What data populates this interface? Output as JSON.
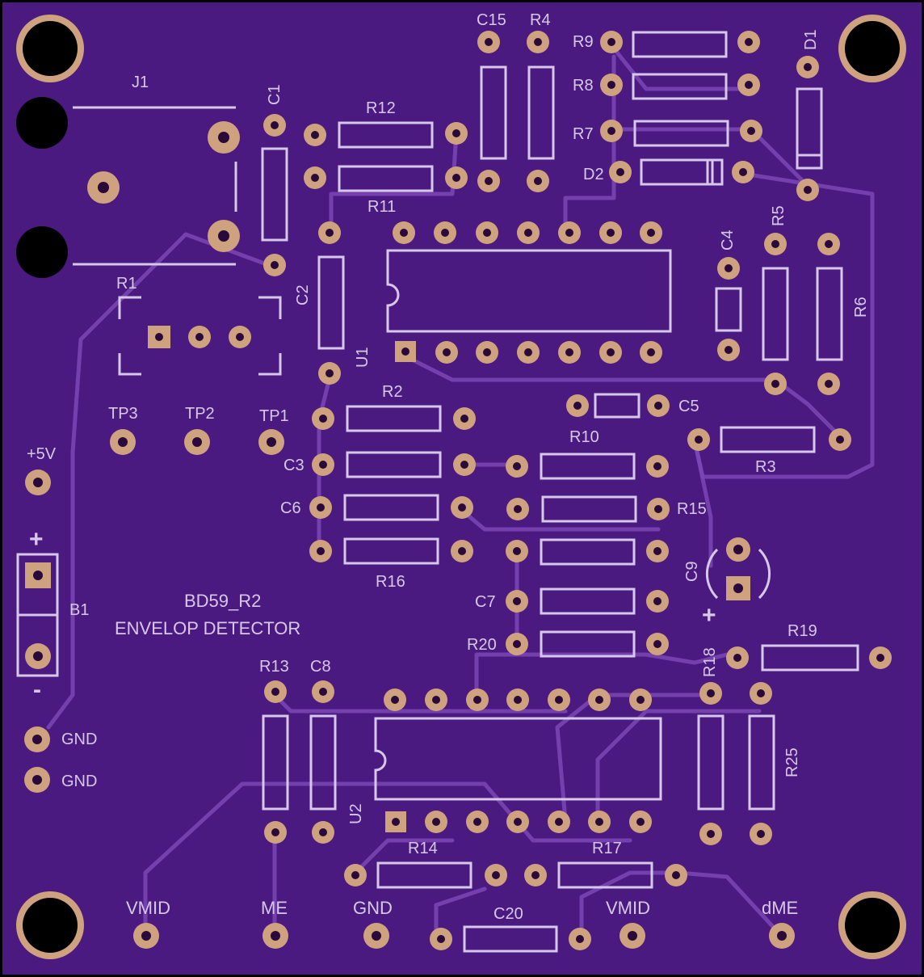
{
  "board": {
    "title_line1": "BD59_R2",
    "title_line2": "ENVELOP DETECTOR",
    "colors": {
      "board": "#4b1a80",
      "silk": "#d7c8ea",
      "pad": "#cfa27f",
      "trace": "#7a48b5"
    }
  },
  "designators": {
    "C15": "C15",
    "R4": "R4",
    "R9": "R9",
    "D1": "D1",
    "R8": "R8",
    "R7": "R7",
    "D2": "D2",
    "J1": "J1",
    "C1": "C1",
    "R12": "R12",
    "R11": "R11",
    "R5": "R5",
    "C4": "C4",
    "R6": "R6",
    "R1": "R1",
    "C2": "C2",
    "U1": "U1",
    "R2": "R2",
    "C5": "C5",
    "R10": "R10",
    "R3": "R3",
    "C3": "C3",
    "C6": "C6",
    "R15": "R15",
    "R16": "R16",
    "C9": "C9",
    "C7": "C7",
    "R19": "R19",
    "R20": "R20",
    "R18": "R18",
    "R13": "R13",
    "C8": "C8",
    "R25": "R25",
    "U2": "U2",
    "B1": "B1",
    "R14": "R14",
    "R17": "R17",
    "C20": "C20",
    "TP1": "TP1",
    "TP2": "TP2",
    "TP3": "TP3"
  },
  "net_labels": {
    "plus5v": "+5V",
    "gnd1": "GND",
    "gnd2": "GND",
    "vmid1": "VMID",
    "me": "ME",
    "gnd3": "GND",
    "vmid2": "VMID",
    "dme": "dME"
  },
  "symbols": {
    "plus": "+",
    "minus": "-",
    "c9_plus": "+"
  }
}
